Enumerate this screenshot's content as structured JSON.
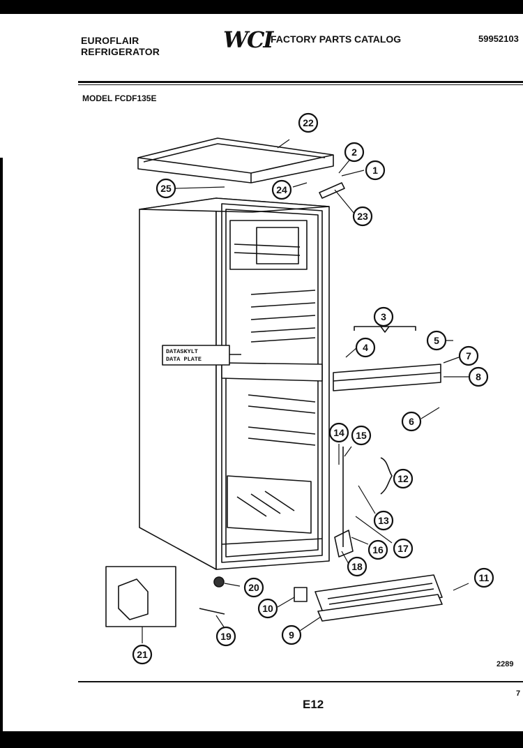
{
  "header": {
    "brand_line1": "EUROFLAIR",
    "brand_line2": "REFRIGERATOR",
    "logo_text": "WCI",
    "catalog_title": "FACTORY PARTS CATALOG",
    "catalog_number": "59952103"
  },
  "model_label": "MODEL FCDF135E",
  "data_plate": {
    "line1": "DATASKYLT",
    "line2": "DATA PLATE"
  },
  "callouts": [
    "1",
    "2",
    "3",
    "4",
    "5",
    "6",
    "7",
    "8",
    "9",
    "10",
    "11",
    "12",
    "13",
    "14",
    "15",
    "16",
    "17",
    "18",
    "19",
    "20",
    "21",
    "22",
    "23",
    "24",
    "25"
  ],
  "footer": {
    "drawing_code": "2289",
    "page_number": "E12",
    "corner_mark": "7"
  }
}
